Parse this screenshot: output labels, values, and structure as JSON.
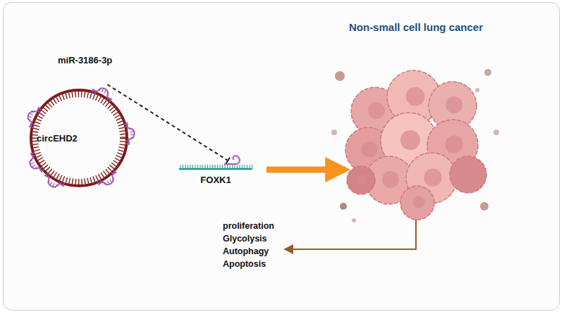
{
  "diagram": {
    "nodes": [
      {
        "text": [
          "circEHD2"
        ]
      },
      {
        "text": [
          "FOXK1"
        ]
      },
      {
        "text": [
          "Non-small cell lung cancer"
        ]
      },
      {
        "text": [
          "proliferation",
          "Glycolysis",
          "Autophagy",
          "Apoptosis"
        ]
      }
    ],
    "edges": [
      {
        "from": 0,
        "to": 1,
        "arrow": "to"
      },
      {
        "from": 1,
        "to": 2,
        "arrow": "to"
      },
      {
        "from": 2,
        "to": 3,
        "arrow": "to"
      }
    ],
    "labels": [
      "miR-3186-3p"
    ]
  }
}
